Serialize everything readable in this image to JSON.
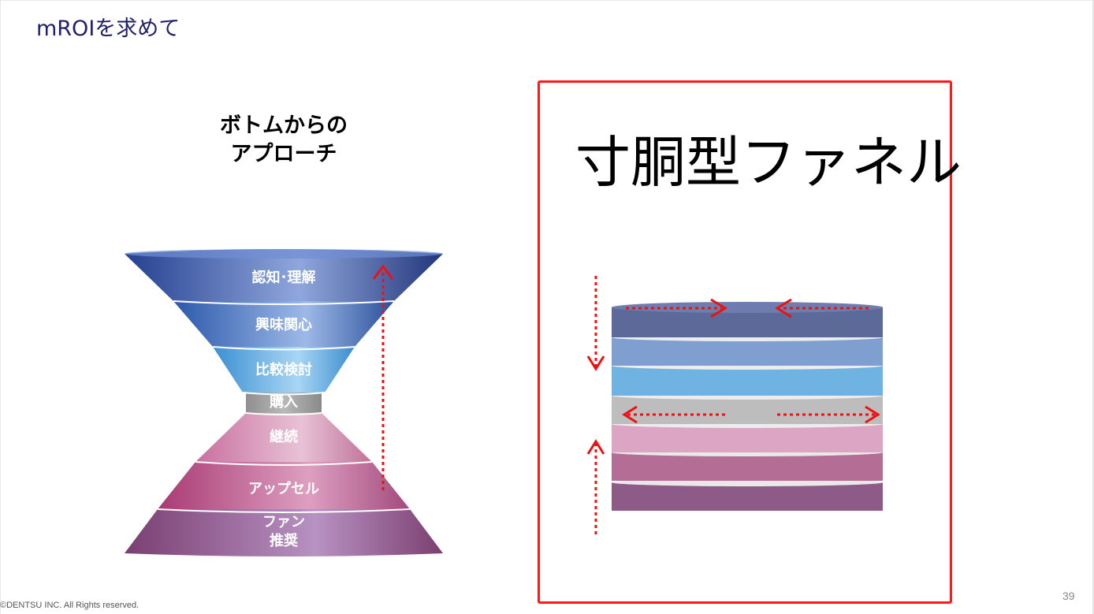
{
  "slide": {
    "title": "mROIを求めて",
    "subtitle_lines": [
      "ボトムからの",
      "アプローチ"
    ],
    "frame_title": "寸胴型ファネル",
    "copyright": "©DENTSU INC. All Rights reserved.",
    "page_number": "39"
  },
  "hourglass": {
    "layers": [
      {
        "label": "認知･理解",
        "color": "#3b5bb0"
      },
      {
        "label": "興味関心",
        "color": "#3f73c6"
      },
      {
        "label": "比較検討",
        "color": "#4aa0da"
      },
      {
        "label": "購入",
        "color": "#9e9e9e"
      },
      {
        "label": "継続",
        "color": "#d59ab9"
      },
      {
        "label": "アップセル",
        "color": "#b4487e"
      },
      {
        "label_lines": [
          "ファン",
          "推奨"
        ],
        "color": "#8a4a7e"
      }
    ]
  },
  "cylinder": {
    "colors": [
      "#5c6a9a",
      "#7e9fd0",
      "#6fb3e3",
      "#bdbdbd",
      "#dca5c3",
      "#b46e95",
      "#8e5b88"
    ]
  },
  "colors": {
    "frame": "#ff1a1a",
    "arrow": "#ee1111",
    "title": "#1f1f6b"
  }
}
